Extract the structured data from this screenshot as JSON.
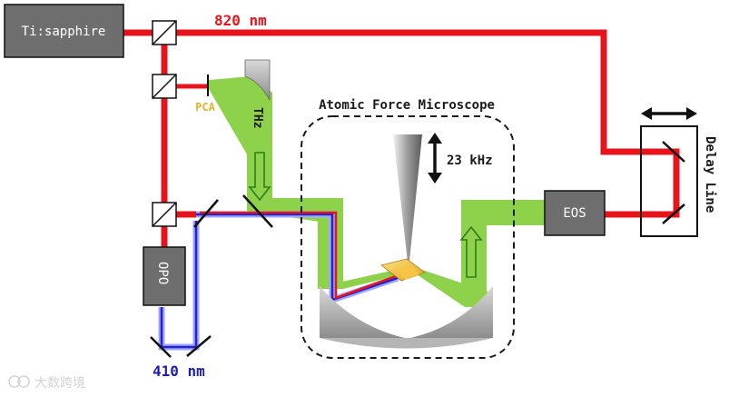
{
  "labels": {
    "laser": "Ti:sapphire",
    "wavelength_red": "820 nm",
    "pca": "PCA",
    "thz": "THz",
    "afm": "Atomic Force Microscope",
    "frequency": "23 kHz",
    "eos": "EOS",
    "delay_line": "Delay Line",
    "opo": "OPO",
    "wavelength_blue": "410 nm",
    "watermark": "大数跨境"
  },
  "colors": {
    "red_beam": "#e8141b",
    "thz_beam": "#8ed14b",
    "blue_beam": "#2323c8",
    "box_fill": "#6e6e6e",
    "pca_label": "#e6b428",
    "red_text": "#e8141b",
    "blue_text": "#1e1eb4"
  }
}
